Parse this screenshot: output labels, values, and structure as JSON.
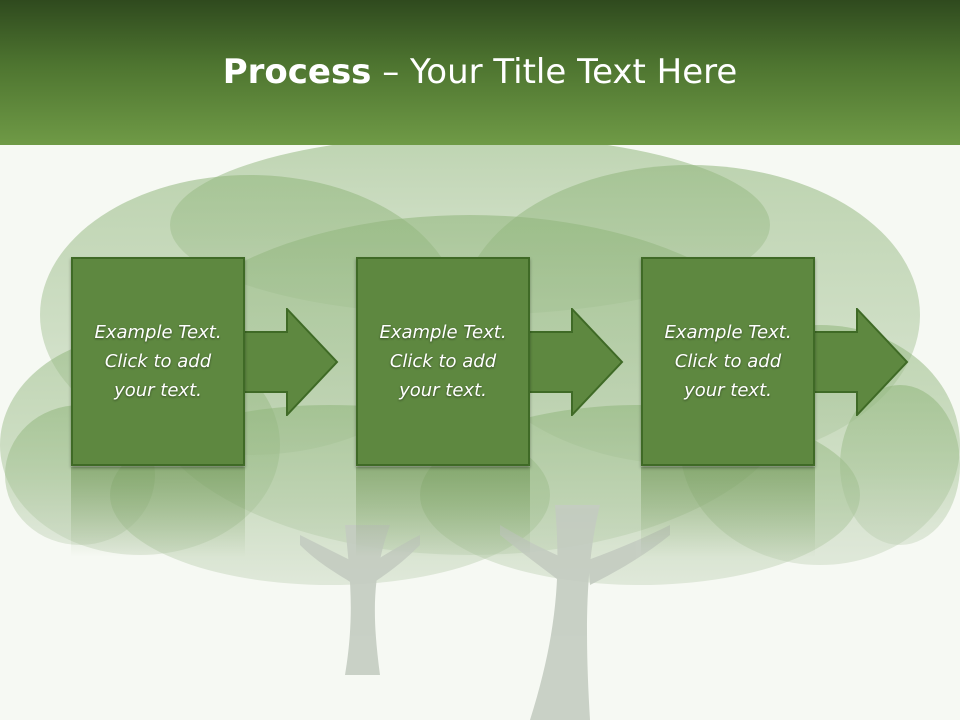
{
  "header": {
    "title_bold": "Process",
    "title_rest": " – Your Title Text Here"
  },
  "steps": [
    {
      "text": "Example Text.\nClick  to add\nyour text."
    },
    {
      "text": "Example Text.\nClick  to add\nyour text."
    },
    {
      "text": "Example Text.\nClick  to add\nyour text."
    }
  ],
  "colors": {
    "header_dark": "#2f4a1e",
    "header_light": "#6f9a46",
    "box_fill": "#5e8840",
    "box_border": "#3f6a26",
    "background": "#f6f9f3"
  }
}
